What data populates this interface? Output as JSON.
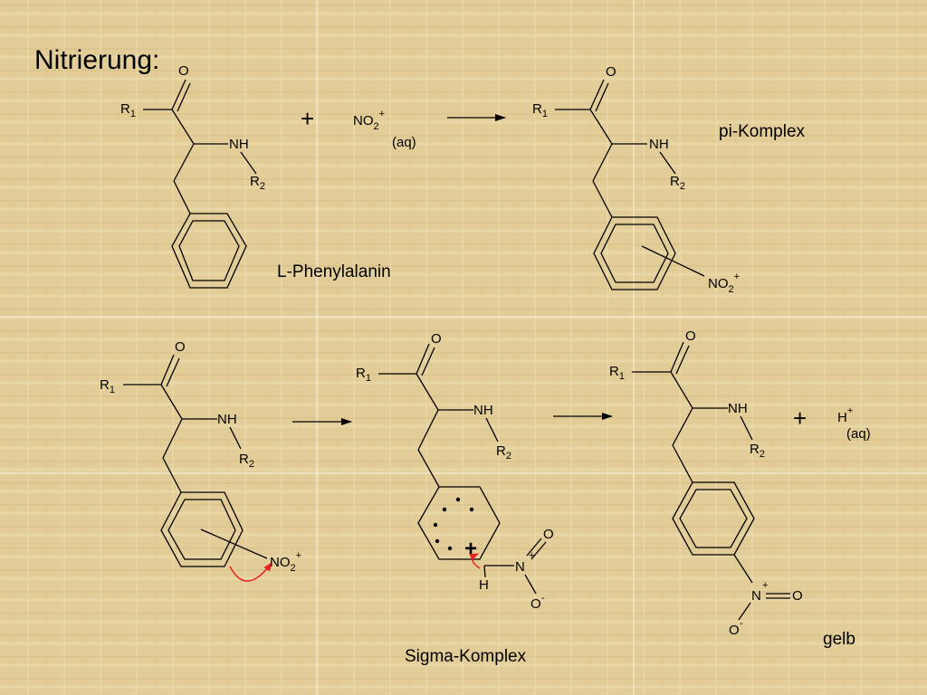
{
  "title": "Nitrierung:",
  "labels": {
    "phenylalanine": "L-Phenylalanin",
    "pi_complex": "pi-Komplex",
    "sigma_complex": "Sigma-Komplex",
    "yellow": "gelb"
  },
  "species": {
    "nitronium": "NO",
    "nitronium_sub": "2",
    "nitronium_charge": "+",
    "aqueous": "(aq)",
    "proton": "H",
    "proton_charge": "+",
    "plus_sign": "+"
  },
  "atoms": {
    "oxygen": "O",
    "r": "R",
    "r1_sub": "1",
    "r2_sub": "2",
    "nh": "NH",
    "n": "N",
    "h": "H",
    "plus": "+",
    "minus": "-",
    "sigma_charge": "+"
  },
  "colors": {
    "background": "#e3cf9c",
    "grid_line": "#f6ecd2",
    "curved_arrow": "#e8231e",
    "ink": "#000000"
  }
}
